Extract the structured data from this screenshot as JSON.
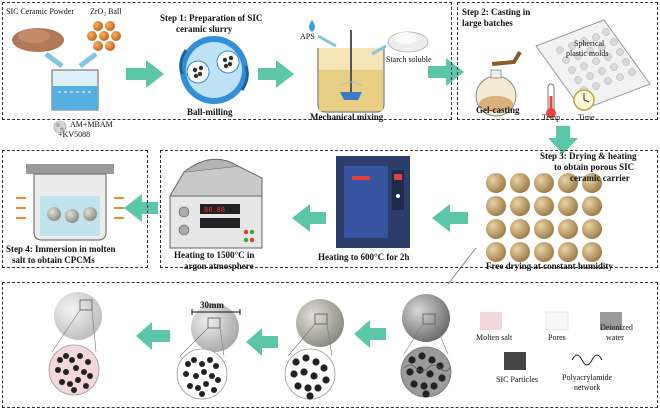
{
  "step1": {
    "title_line1": "Step 1: Preparation of SIC",
    "title_line2": "ceramic slurry",
    "sic_powder": "SIC Ceramic Powder",
    "zro2_ball": "ZrO₂ Ball",
    "additives_line1": "AM+MBAM",
    "additives_line2": "+KV5088",
    "ball_milling": "Ball-milling",
    "aps": "APS",
    "starch": "Starch soluble",
    "mechanical_mixing": "Mechanical mixing"
  },
  "step2": {
    "title_line1": "Step 2: Casting in",
    "title_line2": "large batches",
    "molds_line1": "Spherical",
    "molds_line2": "plastic molds",
    "gel_casting": "Gel-casting",
    "temp": "Temp",
    "time": "Time"
  },
  "step3": {
    "title_line1": "Step 3: Drying & heating",
    "title_line2": "to obtain porous SIC",
    "title_line3": "ceramic carrier",
    "free_drying": "Free drying at constant humidity",
    "heat_600": "Heating to 600°C for 2h",
    "heat_1500_line1": "Heating to 1500°C in",
    "heat_1500_line2": "argon atmosphere"
  },
  "step4": {
    "title_line1": "Step 4: Immersion in molten",
    "title_line2": "salt to obtain CPCMs"
  },
  "bottom": {
    "scale": "30mm",
    "legend": {
      "molten_salt": "Molten salt",
      "pores": "Pores",
      "deionized_line1": "Deionized",
      "deionized_line2": "water",
      "sic_particles": "SIC Particles",
      "polyacrylamide_line1": "Polyacrylamide",
      "polyacrylamide_line2": "network"
    }
  },
  "colors": {
    "arrow": "#5cc6a8",
    "sic_powder": "#b07a5a",
    "zro2": "#e08a2e",
    "mill": "#2f8fd8",
    "sphere": "#c9a36a"
  }
}
